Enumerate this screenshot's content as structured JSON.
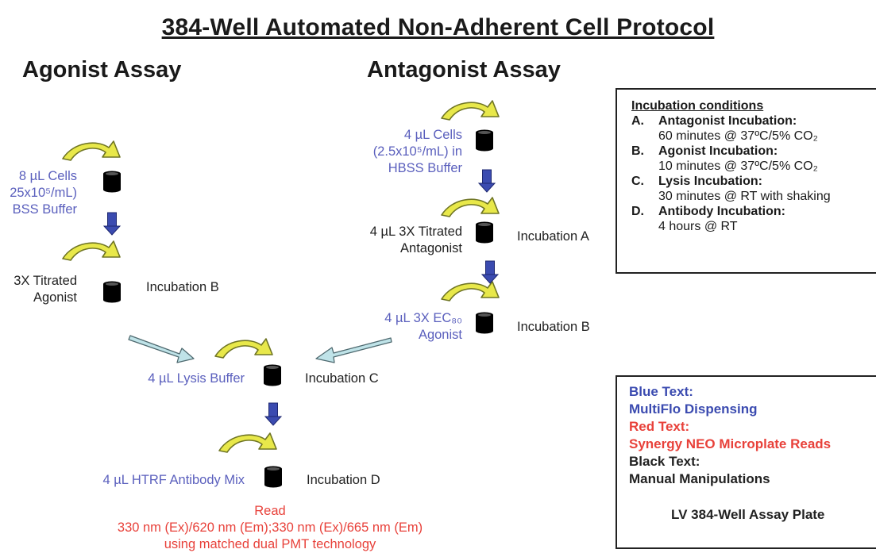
{
  "title": "384-Well Automated Non-Adherent Cell Protocol",
  "agonist_heading": "Agonist Assay",
  "antagonist_heading": "Antagonist Assay",
  "agonist": {
    "cells_line1": "8 µL Cells",
    "cells_line2": "25x10⁵/mL)",
    "cells_line3": "BSS Buffer",
    "agonist_line1": "3X Titrated",
    "agonist_line2": "Agonist",
    "incubation": "Incubation B"
  },
  "antagonist": {
    "cells_line1": "4 µL Cells",
    "cells_line2": "(2.5x10⁵/mL) in",
    "cells_line3": "HBSS Buffer",
    "antagonist_line1": "4 µL 3X Titrated",
    "antagonist_line2": "Antagonist",
    "incubation_a": "Incubation A",
    "ec80_line1": "4 µL 3X EC₈₀",
    "ec80_line2": "Agonist",
    "incubation_b": "Incubation B"
  },
  "shared": {
    "lysis": "4 µL Lysis Buffer",
    "incubation_c": "Incubation C",
    "htrf": "4 µL HTRF Antibody Mix",
    "incubation_d": "Incubation D",
    "read_line1": "Read",
    "read_line2": "330 nm (Ex)/620 nm (Em);330 nm (Ex)/665 nm (Em)",
    "read_line3": "using matched dual PMT technology"
  },
  "conditions": {
    "title": "Incubation conditions",
    "items": [
      {
        "letter": "A.",
        "name": "Antagonist Incubation:",
        "detail": "60 minutes @ 37ºC/5% CO₂"
      },
      {
        "letter": "B.",
        "name": "Agonist Incubation:",
        "detail": "10 minutes @ 37ºC/5% CO₂"
      },
      {
        "letter": "C.",
        "name": "Lysis Incubation:",
        "detail": "30 minutes @ RT with shaking"
      },
      {
        "letter": "D.",
        "name": "Antibody Incubation:",
        "detail": "4 hours @ RT"
      }
    ]
  },
  "legend": {
    "blue_title": "Blue Text:",
    "blue_desc": "MultiFlo Dispensing",
    "red_title": "Red Text:",
    "red_desc": "Synergy NEO Microplate Reads",
    "black_title": "Black Text:",
    "black_desc": "Manual Manipulations",
    "plate_label": "LV 384-Well Assay Plate"
  },
  "colors": {
    "blue_text": "#5a5fbd",
    "red_text": "#e8413a",
    "down_arrow": "#3b4bb0",
    "curved_arrow": "#e8e84a",
    "diag_arrow": "#bfe3e8"
  }
}
